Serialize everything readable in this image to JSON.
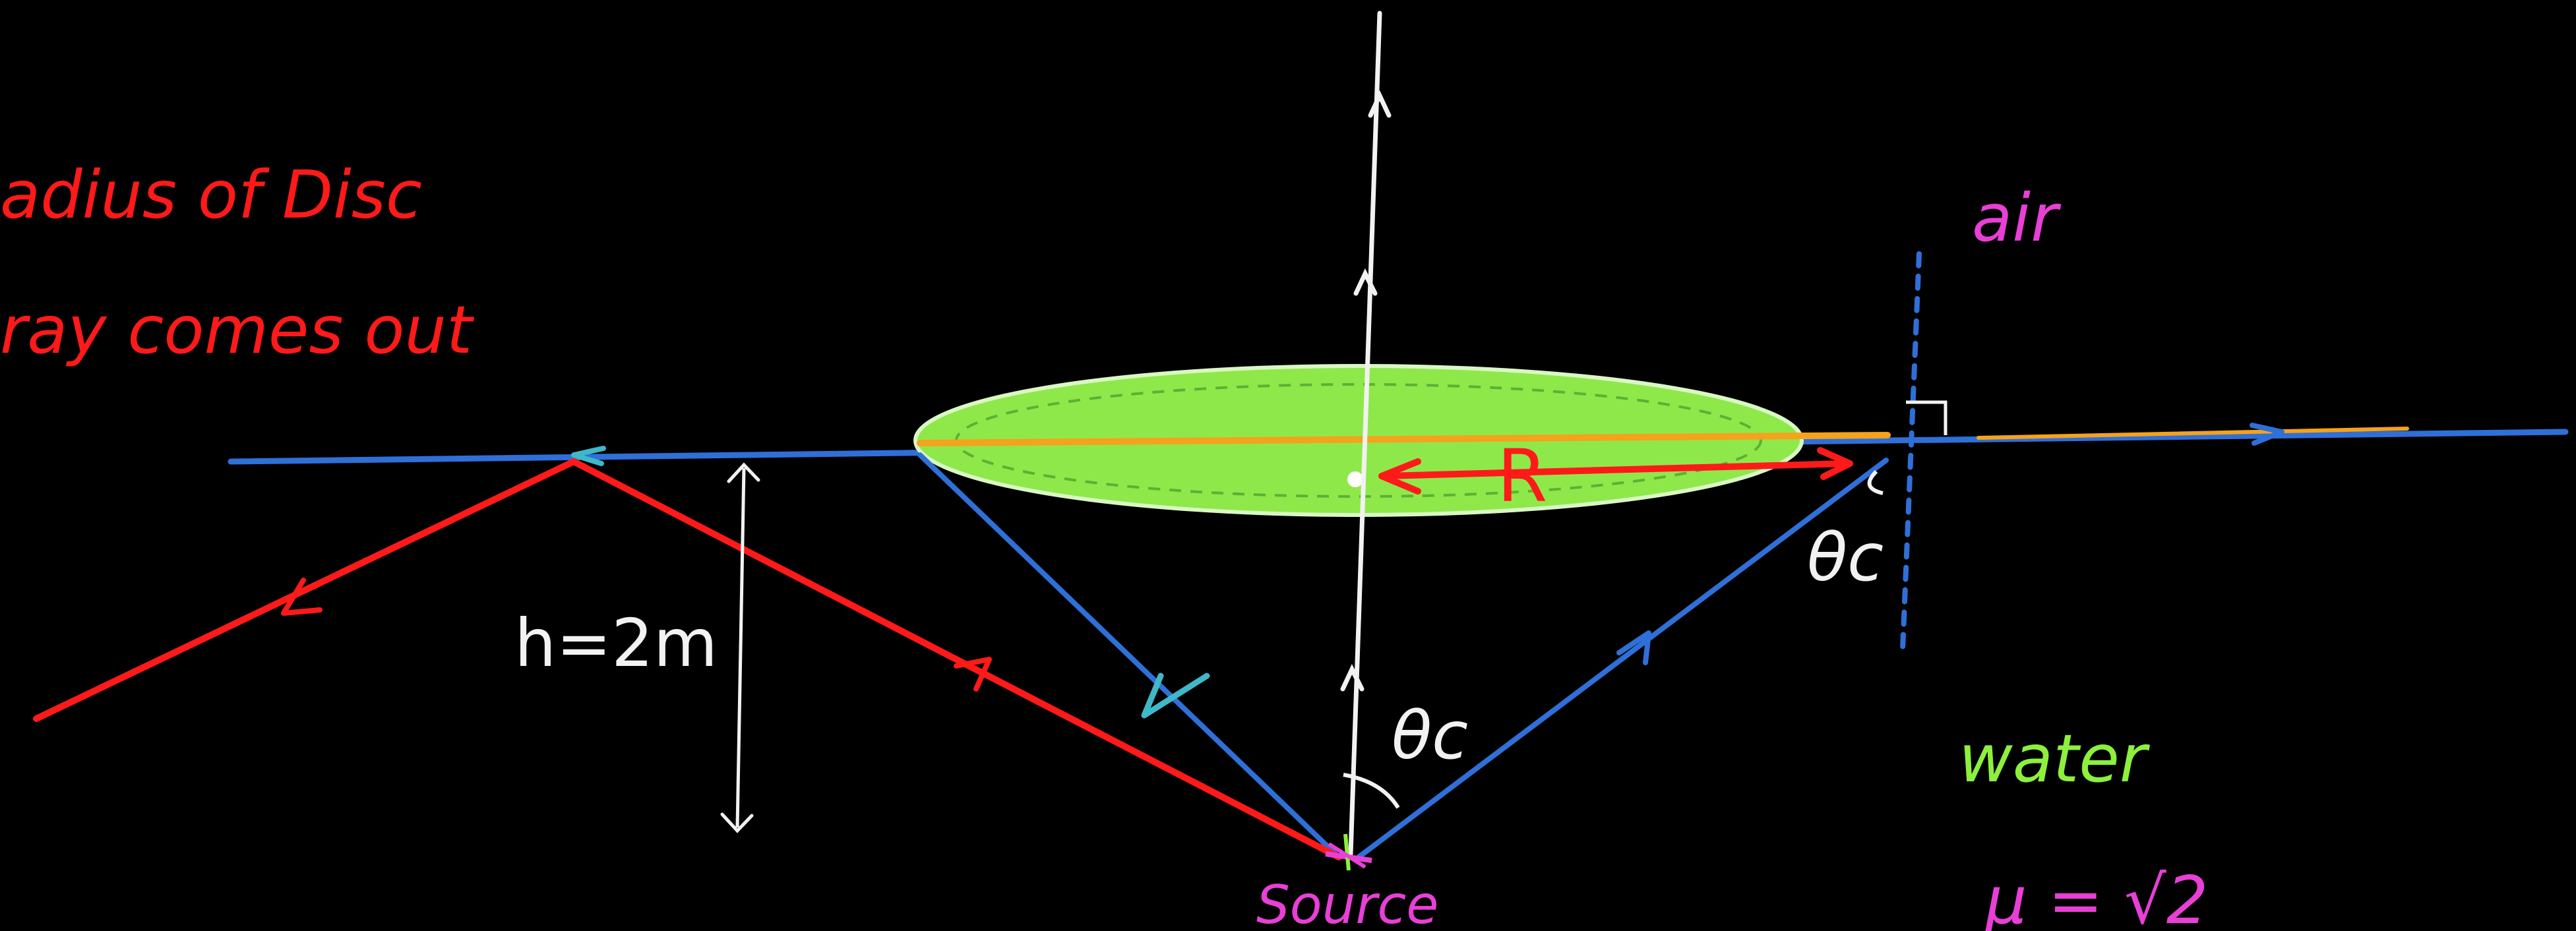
{
  "colors": {
    "background": "#000000",
    "red": "#ff1a1a",
    "blue": "#2f6fd8",
    "white": "#f2f2f2",
    "magenta": "#e83fd6",
    "green_text": "#8cf03c",
    "disc_fill": "#8fe84a",
    "orange": "#f5a21c",
    "teal": "#3fb8c8"
  },
  "labels": {
    "note_line_1": "adius of Disc",
    "note_line_2": "ray comes out",
    "height": "h=2m",
    "radius": "R",
    "angle_right": "θc",
    "angle_bottom": "θc",
    "air": "air",
    "water": "water",
    "source": "Source",
    "mu": "μ = √2"
  }
}
